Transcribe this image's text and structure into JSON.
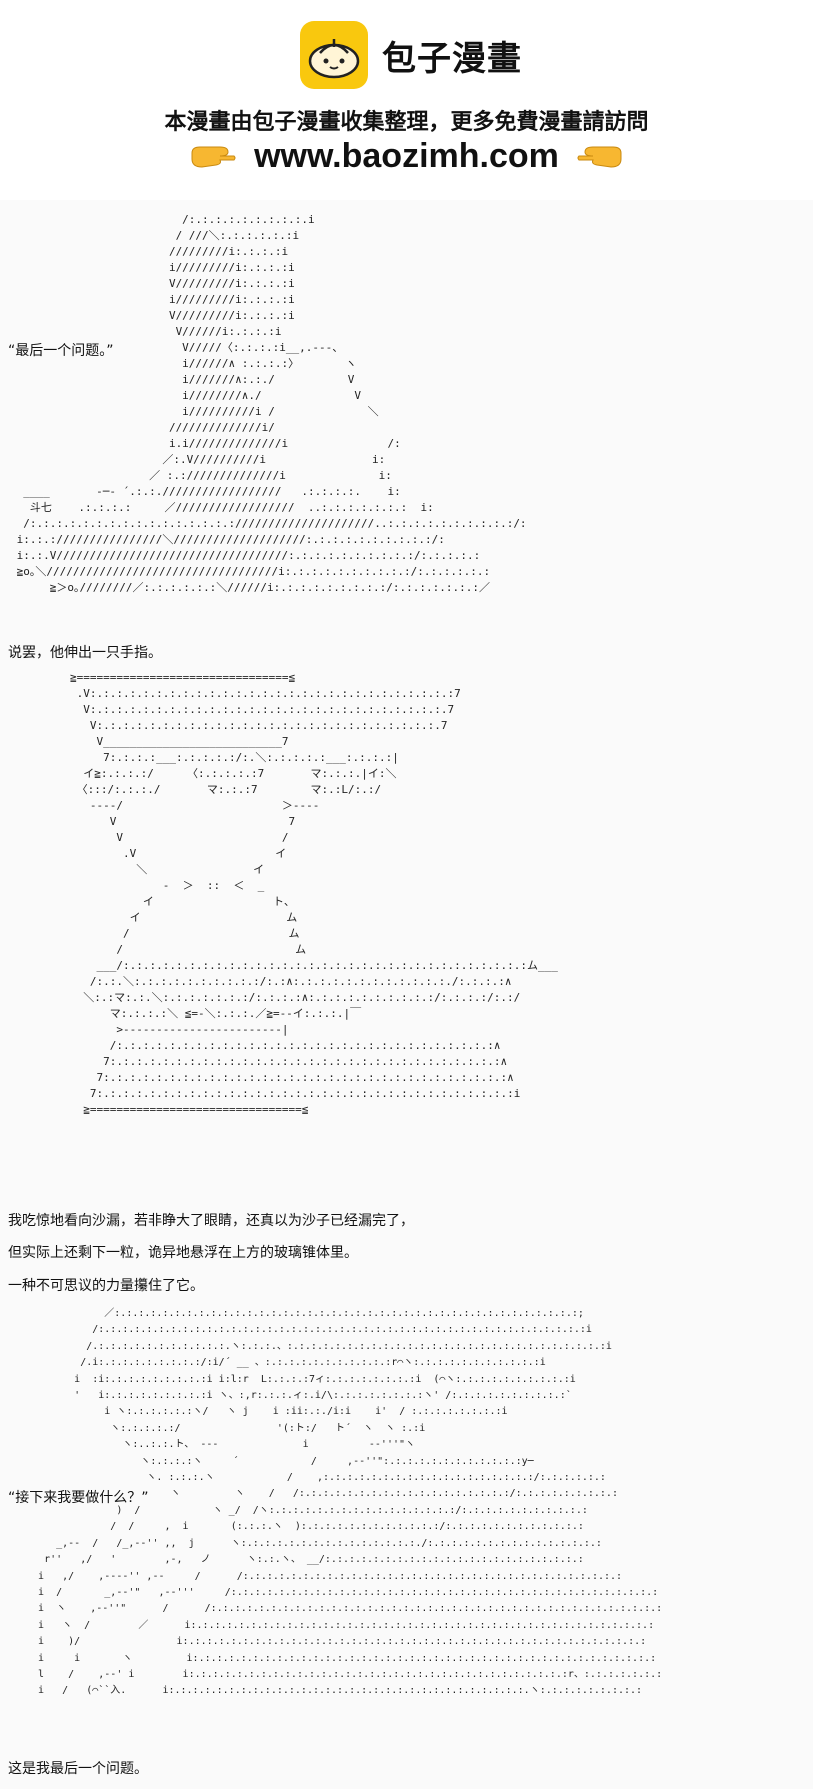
{
  "header": {
    "logo_icon": "bun-mascot-icon",
    "site_name": "包子漫畫",
    "tagline": "本漫畫由包子漫畫收集整理，更多免費漫畫請訪問",
    "url": "www.baozimh.com",
    "left_hand_icon": "pointing-right-hand-icon",
    "right_hand_icon": "pointing-left-hand-icon"
  },
  "colors": {
    "logo_yellow": "#f9c80e",
    "hand_yellow": "#f7b731",
    "page_bg": "#fafafa"
  },
  "captions": {
    "c1": "“最后一个问题。”",
    "c2": "说罢，他伸出一只手指。",
    "c3": "我吃惊地看向沙漏，若非睁大了眼睛，还真以为沙子已经漏完了，",
    "c4": "但实际上还剩下一粒，诡异地悬浮在上方的玻璃锥体里。",
    "c5": "一种不可思议的力量攥住了它。",
    "c6": "“接下来我要做什么？”",
    "c7": "这是我最后一个问题。"
  },
  "art": {
    "a1": "                          /:.:.:.:.:.:.:.:.:.i\n                         / ///＼:.:.:.:.:.:i\n                        /////////i:.:.:.:i\n                        i/////////i:.:.:.:i\n                        V/////////i:.:.:.:i\n                        i/////////i:.:.:.:i\n                        V/////////i:.:.:.:i\n                         V//////i:.:.:.:i\n                          V/////〈:.:.:.:i__,.--‐、\n                          i//////∧ :.:.:.:〉       ヽ\n                          i///////∧:.:./           V\n                          i////////∧./              V\n                          i//////////i /              ＼\n                        //////////////i/\n                        i.i//////////////i               /:\n                       ／:.V//////////i                i:\n                     ／ :.://////////////i              i:\n  ____       ‐─‐ ´.:.:.//////////////////   .:.:.:.:.    i:\n   斗七    .:.:.:.:     ／//////////////////  ..:.:.:.:.:.:.:  i:\n  /:.:.:.:.:.:.:.:.:.:.:.:.:.:.:.://///////////////////..:.:.:.:.:.:.:.:.:.:/:\n i:.:.:////////////////＼////////////////////:.:.:.:.:.:.:.:.:.:/:\n i:.:.V///////////////////////////////////:.:.:.:.:.:.:.:.:.:/:.:.:.:.:\n ≧o｡＼///////////////////////////////////i:.:.:.:.:.:.:.:.:.:/:.:.:.:.:.:\n      ≧＞o｡////////／:.:.:.:.:.:＼//////i:.:.:.:.:.:.:.:.:/:.:.:.:.:.:.:／",
    "a2": "≧================================≦\n .V:.:.:.:.:.:.:.:.:.:.:.:.:.:.:.:.:.:.:.:.:.:.:.:.:.:.:.:7\n  V:.:.:.:.:.:.:.:.:.:.:.:.:.:.:.:.:.:.:.:.:.:.:.:.:.:.:.7\n   V:.:.:.:.:.:.:.:.:.:.:.:.:.:.:.:.:.:.:.:.:.:.:.:.:.:.7\n    V___________________________7\n     7:.:.:.:___:.:.:.:.:/:.＼:.:.:.:.:___:.:.:.:|\n  イ≧:.:.:.:/     〈:.:.:.:.:7       マ:.:.:.|イ:＼\n 〈:::/:.:.:./       マ:.:.:7        マ:.:L/:.:/\n   ‐‐‐‐/                        ＞‐‐‐‐\n      V                          7\n       V                        /\n        .V                     イ\n          ＼                イ\n              ‐  ＞  ::  ＜  _\n           イ                  ト、\n         イ                      ム\n        /                        ム\n       /                          ム\n    ___/:.:.:.:.:.:.:.:.:.:.:.:.:.:.:.:.:.:.:.:.:.:.:.:.:.:.:.:.:.:.:ム___\n   /:.:.＼:.:.:.:.:.:.:.:.:.:/:.:∧:.:.:.:.:.:.:.:.:.:.:.:./:.:.:.:∧\n  ＼:.:マ:.:.＼:.:.:.:.:.:.:/:.:.:.:∧:.:.:.:.:.:.:.:.:.:/:.:.:.:/:.:/\n      マ:.:.:.:＼ ≦=-＼:.:.:.／≧=--イ:.:.:.|￣\n       >------------------------|\n      /:.:.:.:.:.:.:.:.:.:.:.:.:.:.:.:.:.:.:.:.:.:.:.:.:.:.:.:.:∧\n     7:.:.:.:.:.:.:.:.:.:.:.:.:.:.:.:.:.:.:.:.:.:.:.:.:.:.:.:.:.:∧\n    7:.:.:.:.:.:.:.:.:.:.:.:.:.:.:.:.:.:.:.:.:.:.:.:.:.:.:.:.:.:.:∧\n   7:.:.:.:.:.:.:.:.:.:.:.:.:.:.:.:.:.:.:.:.:.:.:.:.:.:.:.:.:.:.:.:i\n  ≧================================≦",
    "a3": "              ／:.:.:.:.:.:.:.:.:.:.:.:.:.:.:.:.:.:.:.:.:.:.:.:.:.:.:.:.:.:.:.:.:.:.:.:.:.:.:;\n            /:.:.:.:.:.:.:.:.:.:.:.:.:.:.:.:.:.:.:.:.:.:.:.:.:.:.:.:.:.:.:.:.:.:.:.:.:.:.:.:.:i\n           /.:.:.:.:.:.:.:.:.:.:.:.ヽ:.:.:.、:.:.:.:.:.:.:.:.:.:.:.:.:.:.:.:.:.:.:.:.:.:.:.:.:.:.:i\n          /.i:.:.:.:.:.:.:.:.:/:i/´ __ 、:.:.:.:.:.:.:.:.:.:.:r⌒ヽ:.:.:.:.:.:.:.:.:.:.:i\n         i  :i:.:.:.:.:.:.:.:.:i i:l:r  L:.:.:.:7ィ:.:.:.:.:.:.:.:i  (⌒ヽ:.:.:.:.:.:.:.:.:.:i\n         '   i:.:.:.:.:.:.:.:.:i ヽ、:,r:.:.:.ィ:.i/\\:.:.:.:.:.:.:.:ヽ' /:.:.:.:.:.:.:.:.:.:`\n              i ヽ:.:.:.:.:.:ヽ/   ヽ j    i :ii:.:./i:i    i'  / :.:.:.:.:.:.:.:i\n               ヽ:.:.:.:.:/                '(:ト:/   ト´  ヽ  ヽ :.:i\n                 ヽ:..:.:.ト、 ‐‐-              i          ‐‐'''\"ヽ\n                    ヽ:.:.:.:ヽ     ´            /     ,-‐''\":.:.:.:.:.:.:.:.:.:.:.:y─\n                     ヽ. :.:.:.ヽ            /    ,:.:.:.:.:.:.:.:.:.:.:.:.:.:.:.:.:.:/:.:.:.:.:.:\n                         ヽ         ヽ    /   /:.:.:.:.:.:.:.:.:.:.:.:.:.:.:.:.:.:/:.:.:.:.:.:.:.:.:\n                )  /            ヽ _/  /ヽ:.:.:.:.:.:.:.:.:.:.:.:.:.:.:.:/:.:.:.:.:.:.:.:.:.:.:\n               /  /     ,  i       (:.:.:.ヽ  ):.:.:.:.:.:.:.:.:.:.:.:/:.:.:.:.:.:.:.:.:.:.:.:\n      _,-‐  /   /_,--'' ,,  j      ヽ:.:.:.:.:.:.:.:.:.:.:.:.:.:.:./:.:.:.:.:.:.:.:.:.:.:.:.:.:.:\n    r''   ,/   '        ,-,   ノ      ヽ:.:.ヽ、 __/:.:.:.:.:.:.:.:.:.:.:.:.:.:.:.:.:.:.:.:.:.:\n   i   ,/    ,-‐-‐'' ,-‐     /      /:.:.:.:.:.:.:.:.:.:.:.:.:.:.:.:.:.:.:.:.:.:.:.:.:.:.:.:.:.:.:.:\n   i  /       _,-‐'\"   ,--'''     /:.:.:.:.:.:.:.:.:.:.:.:.:.:.:.:.:.:.:.:.:.:.:.:.:.:.:.:.:.:.:.:.:.:.:.:\n   i  ヽ    ,--''\"      /      /:.:.:.:.:.:.:.:.:.:.:.:.:.:.:.:.:.:.:.:.:.:.:.:.:.:.:.:.:.:.:.:.:.:.:.:.:.:\n   i   ヽ  /        ／      i:.:.:.:.:.:.:.:.:.:.:.:.:.:.:.:.:.:.:.:.:.:.:.:.:.:.:.:.:.:.:.:.:.:.:.:.:.:.:\n   i    )/                i:.:.:.:.:.:.:.:.:.:.:.:.:.:.:.:.:.:.:.:.:.:.:.:.:.:.:.:.:.:.:.:.:.:.:.:.:.:.:\n   i     i       ヽ         i:.:.:.:.:.:.:.:.:.:.:.:.:.:.:.:.:.:.:.:.:.:.:.:.:.:.:.:.:.:.:.:.:.:.:.:.:.:.:\n   l    /    ,-‐' i        i:.:.:.:.:.:.:.:.:.:.:.:.:.:.:.:.:.:.:.:.:.:.:.:.:.:.:.:.:.:.:.:r、:.:.:.:.:.:.:\n   i   /   (⌒``入.      i:.:.:.:.:.:.:.:.:.:.:.:.:.:.:.:.:.:.:.:.:.:.:.:.:.:.:.:.:.:.ヽ:.:.:.:.:.:.:.:.:"
  }
}
